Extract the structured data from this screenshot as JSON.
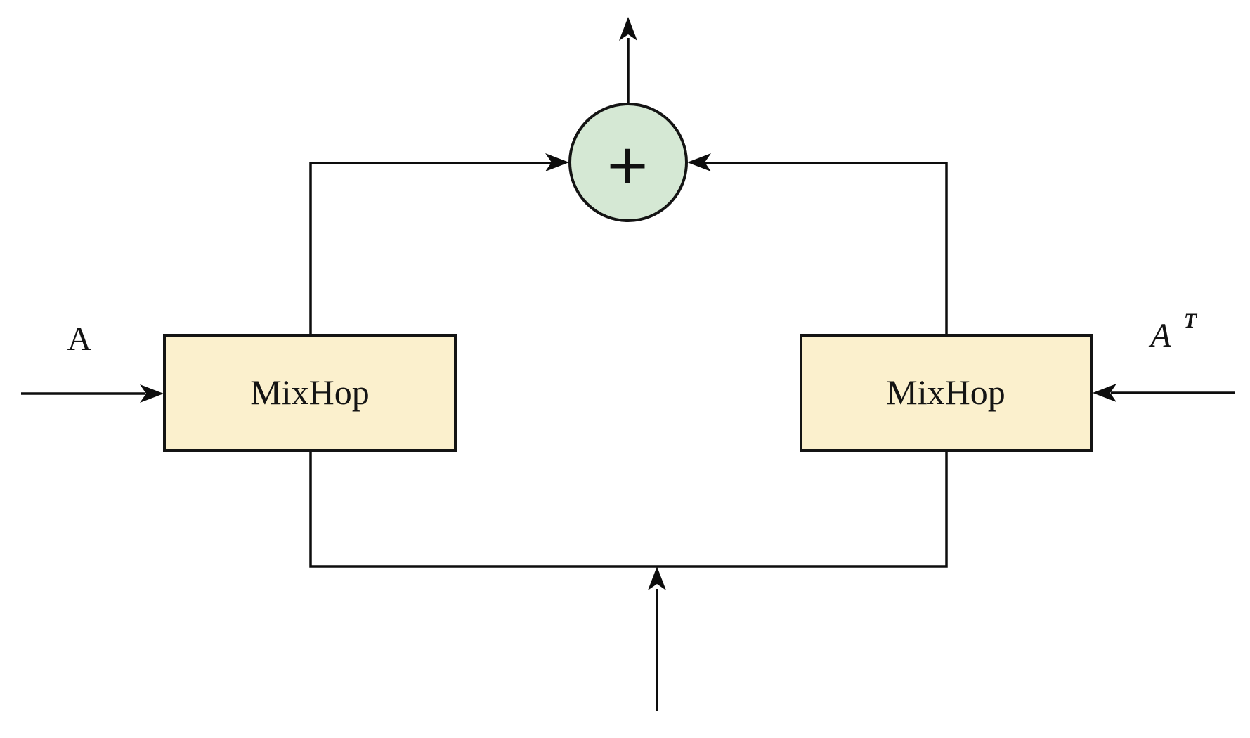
{
  "diagram": {
    "type": "block-diagram",
    "description": "Two MixHop blocks fed by A and A-transpose, outputs summed in a plus node",
    "nodes": {
      "left_mixhop": {
        "label": "MixHop"
      },
      "right_mixhop": {
        "label": "MixHop"
      },
      "sum": {
        "label": "+"
      }
    },
    "labels": {
      "left_input": "A",
      "right_input_base": "A",
      "right_input_sup": "T"
    },
    "colors": {
      "background": "#ffffff",
      "box_fill": "#fbf0cd",
      "box_border": "#141414",
      "circle_fill": "#d5e8d4",
      "circle_border": "#0d0d0d",
      "line": "#0d0d0d"
    }
  }
}
